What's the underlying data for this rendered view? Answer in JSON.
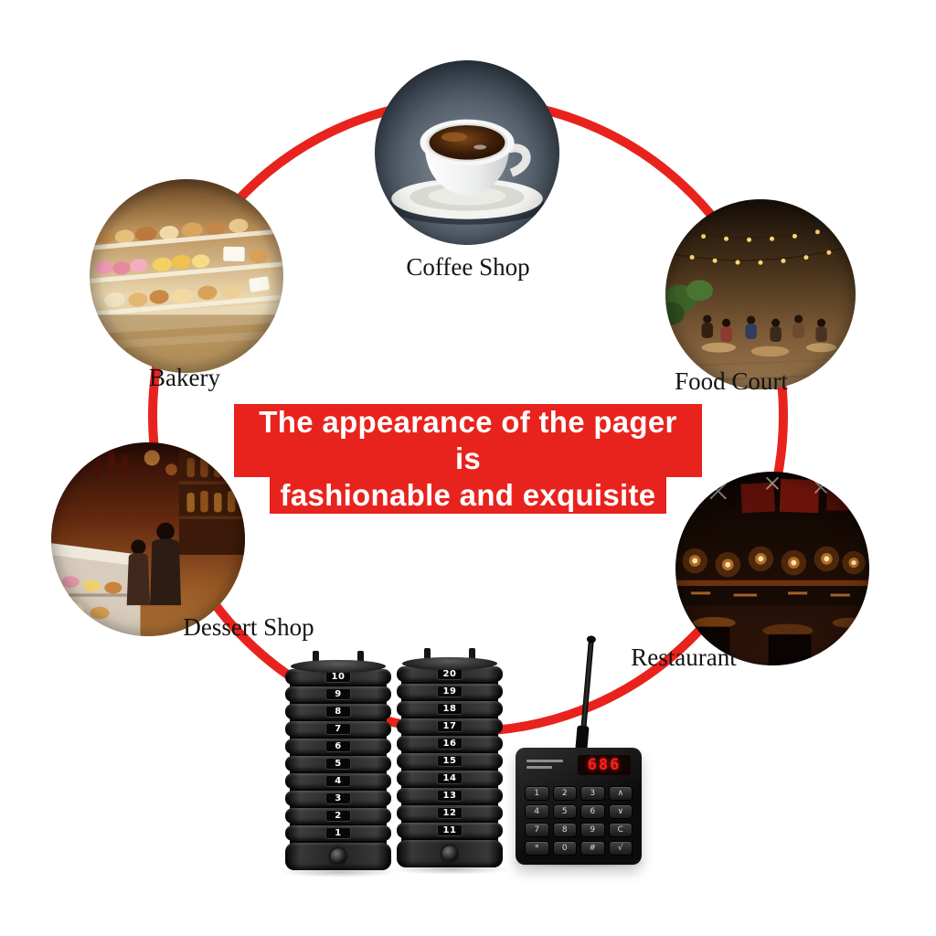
{
  "banner": {
    "line1": "The appearance of the pager is",
    "line2": "fashionable and exquisite",
    "bg_color": "#e8231d",
    "text_color": "#ffffff"
  },
  "ring": {
    "color": "#e8231d"
  },
  "locations": [
    {
      "label": "Coffee Shop"
    },
    {
      "label": "Bakery"
    },
    {
      "label": "Food Court"
    },
    {
      "label": "Dessert Shop"
    },
    {
      "label": "Restaurant"
    }
  ],
  "pagers": {
    "left_stack": [
      "10",
      "9",
      "8",
      "7",
      "6",
      "5",
      "4",
      "3",
      "2",
      "1"
    ],
    "right_stack": [
      "20",
      "19",
      "18",
      "17",
      "16",
      "15",
      "14",
      "13",
      "12",
      "11"
    ]
  },
  "transmitter": {
    "display": "686",
    "display_color": "#ff1f16",
    "keys": [
      "1",
      "2",
      "3",
      "∧",
      "4",
      "5",
      "6",
      "∨",
      "7",
      "8",
      "9",
      "C",
      "*",
      "0",
      "#",
      "√"
    ]
  }
}
